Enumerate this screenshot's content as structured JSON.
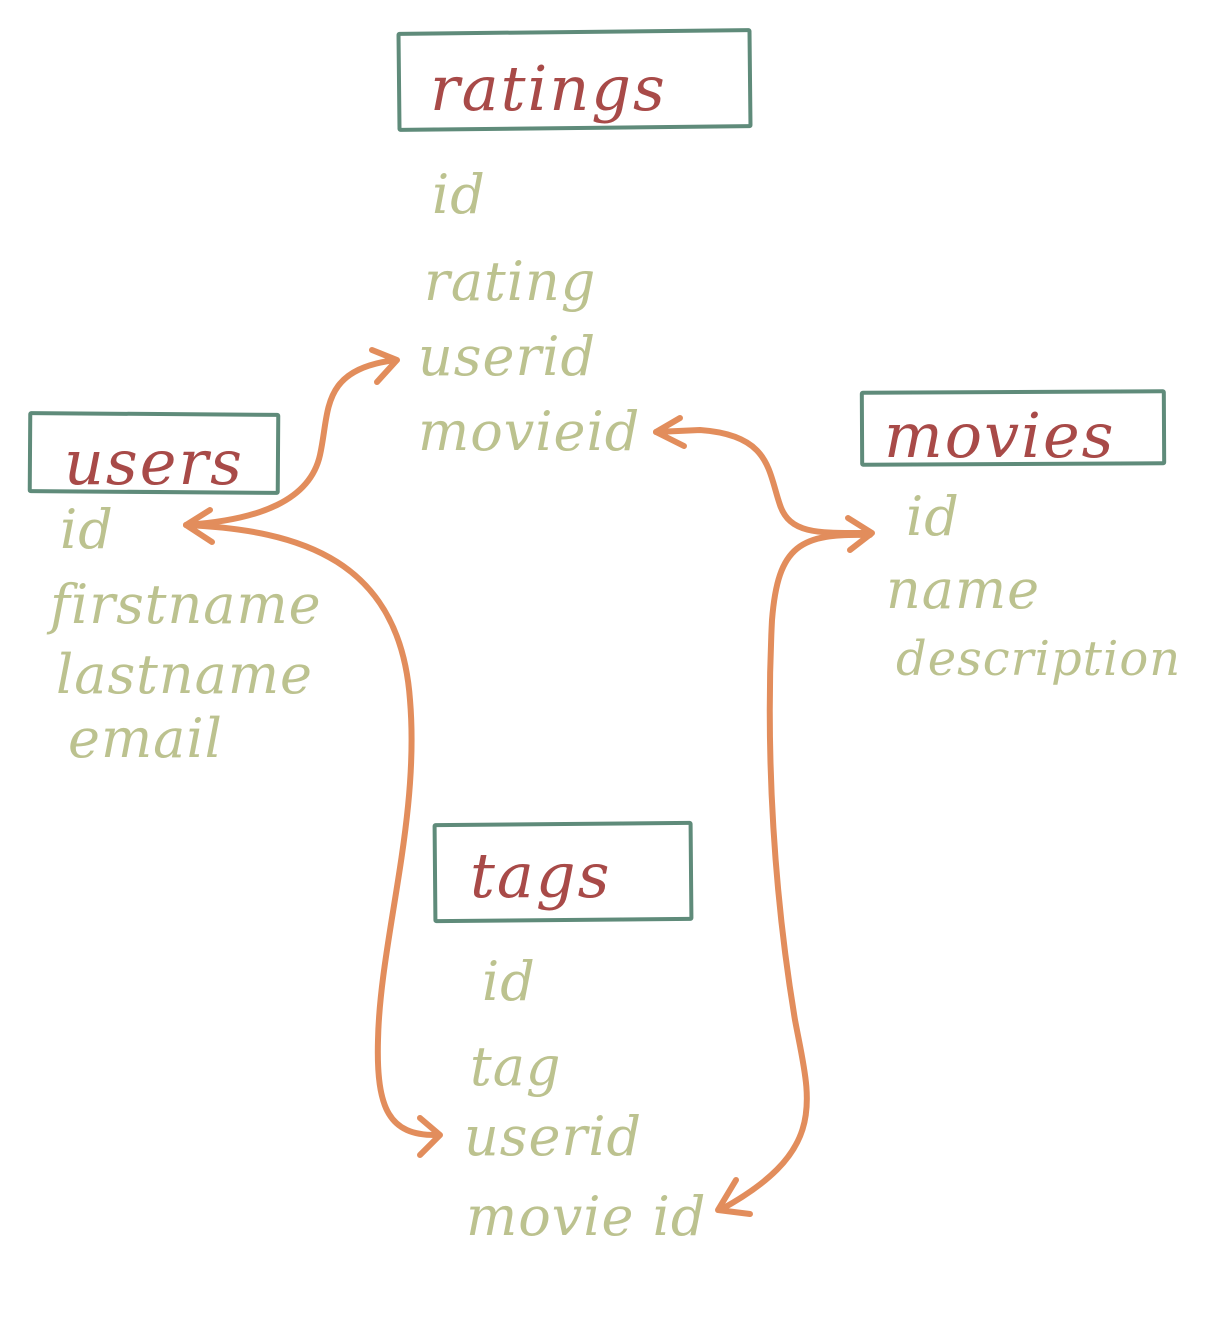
{
  "colors": {
    "box_border": "#5f8b7a",
    "entity_name": "#a84a48",
    "field_text": "#bcc28f",
    "relation_arrow": "#e28d5c"
  },
  "entities": {
    "ratings": {
      "name": "ratings",
      "fields": [
        "id",
        "rating",
        "userid",
        "movieid"
      ]
    },
    "users": {
      "name": "users",
      "fields": [
        "id",
        "firstname",
        "lastname",
        "email"
      ]
    },
    "movies": {
      "name": "movies",
      "fields": [
        "id",
        "name",
        "description"
      ]
    },
    "tags": {
      "name": "tags",
      "fields": [
        "id",
        "tag",
        "userid",
        "movie id"
      ]
    }
  },
  "relations": [
    {
      "from": "users.id",
      "to": "ratings.userid"
    },
    {
      "from": "users.id",
      "to": "tags.userid"
    },
    {
      "from": "movies.id",
      "to": "ratings.movieid"
    },
    {
      "from": "movies.id",
      "to": "tags.movie id"
    }
  ]
}
